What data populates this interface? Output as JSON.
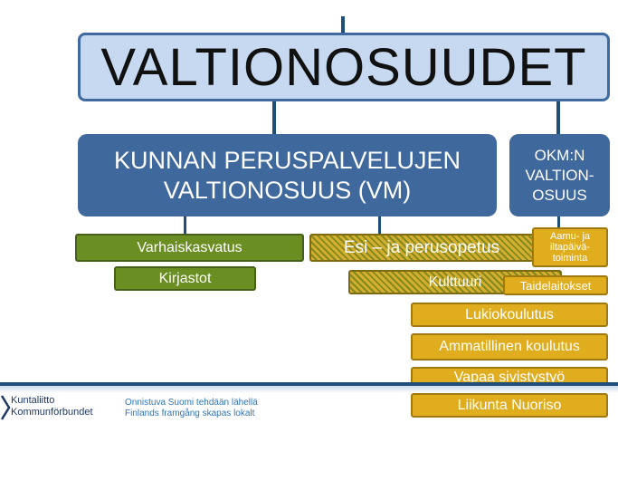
{
  "root": {
    "title": "VALTIONOSUUDET"
  },
  "vm_box": {
    "line1": "KUNNAN PERUSPALVELUJEN",
    "line2": "VALTIONOSUUS (VM)"
  },
  "okm_box": {
    "line1": "OKM:N",
    "line2": "VALTION-",
    "line3": "OSUUS"
  },
  "items": {
    "varhaiskasvatus": "Varhaiskasvatus",
    "kirjastot": "Kirjastot",
    "esi_perusopetus": "Esi – ja perusopetus",
    "kulttuuri": "Kulttuuri",
    "aamu_iltapaiva_line1": "Aamu- ja",
    "aamu_iltapaiva_line2": "iltapäivä-",
    "aamu_iltapaiva_line3": "toiminta",
    "taidelaitokset": "Taidelaitokset",
    "lukiokoulutus": "Lukiokoulutus",
    "ammatillinen": "Ammatillinen koulutus",
    "vapaa_sivistystyo": "Vapaa sivistystyö",
    "liikunta_nuoriso": "Liikunta  Nuoriso"
  },
  "footer": {
    "logo_line1": "Kuntaliitto",
    "logo_line2": "Kommunförbundet",
    "tagline_fi": "Onnistuva Suomi tehdään lähellä",
    "tagline_sv": "Finlands framgång skapas lokalt"
  },
  "colors": {
    "root_fill": "#c6d9f1",
    "blue_box": "#3f689c",
    "green_box": "#6b8e23",
    "gold_box": "#e0ad1e",
    "connector": "#1f4e79"
  }
}
